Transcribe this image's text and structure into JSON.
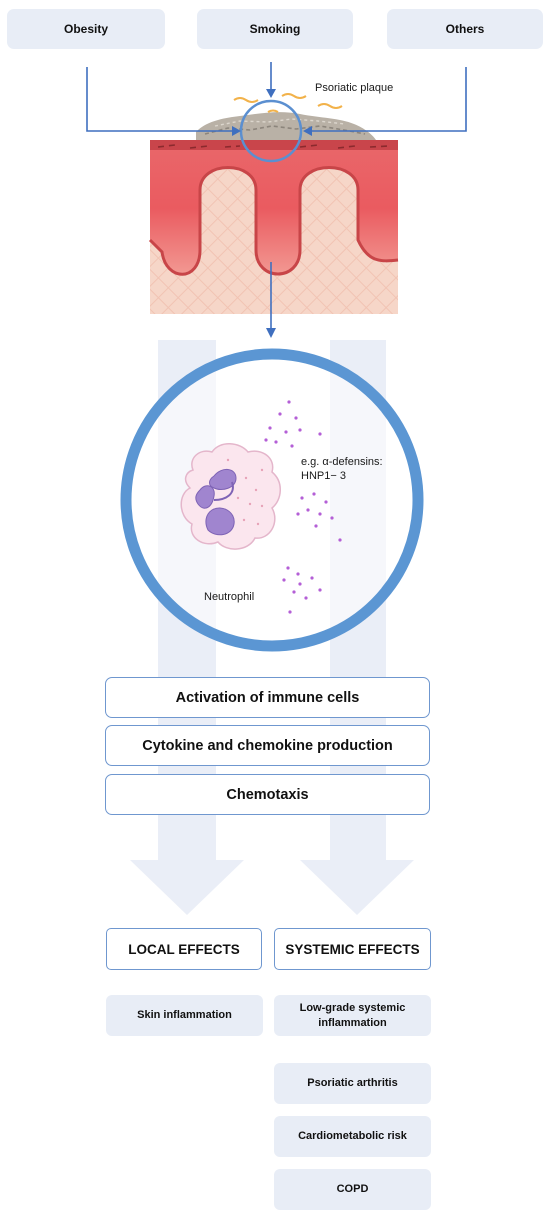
{
  "causes": {
    "obesity": "Obesity",
    "smoking": "Smoking",
    "others": "Others"
  },
  "skin": {
    "plaque_label": "Psoriatic plaque"
  },
  "cell": {
    "defensin_label_line1": "e.g. α-defensins:",
    "defensin_label_line2": "HNP1− 3",
    "neutrophil_label": "Neutrophil"
  },
  "processes": {
    "activation": "Activation of immune cells",
    "cytokine": "Cytokine and chemokine production",
    "chemotaxis": "Chemotaxis"
  },
  "effects": {
    "local": {
      "title": "LOCAL EFFECTS",
      "items": [
        "Skin inflammation"
      ]
    },
    "systemic": {
      "title": "SYSTEMIC EFFECTS",
      "items": [
        "Low-grade systemic inflammation",
        "Psoriatic arthritis",
        "Cardiometabolic risk",
        "COPD"
      ]
    }
  },
  "colors": {
    "accent_blue": "#5b8fd0",
    "arrow_line": "#3f6fbf",
    "pale_band": "#eaeef7",
    "box_fill": "#e8edf6",
    "skin_red": "#e6555a",
    "granule_purple": "#b45fd6"
  }
}
